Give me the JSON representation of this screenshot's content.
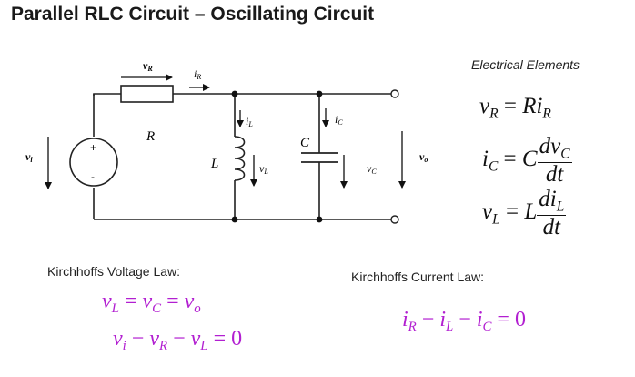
{
  "title": "Parallel RLC Circuit – Oscillating Circuit",
  "circuit": {
    "labels": {
      "vR": "v",
      "vR_sub": "R",
      "iR": "i",
      "iR_sub": "R",
      "R": "R",
      "iL": "i",
      "iL_sub": "L",
      "iC": "i",
      "iC_sub": "C",
      "L": "L",
      "vL": "v",
      "vL_sub": "L",
      "C": "C",
      "vC": "v",
      "vC_sub": "C",
      "vo": "v",
      "vo_sub": "o",
      "vi": "v",
      "vi_sub": "i",
      "plus": "+",
      "minus": "-"
    }
  },
  "electrical_elements": {
    "title": "Electrical Elements",
    "eq1": {
      "lhs": "v",
      "lhs_sub": "R",
      "eq": " = ",
      "rhs": "Ri",
      "rhs_sub": "R"
    },
    "eq2": {
      "lhs": "i",
      "lhs_sub": "C",
      "eq": " = ",
      "coef": "C",
      "num": "dv",
      "num_sub": "C",
      "den": "dt"
    },
    "eq3": {
      "lhs": "v",
      "lhs_sub": "L",
      "eq": " = ",
      "coef": "L",
      "num": "di",
      "num_sub": "L",
      "den": "dt"
    }
  },
  "kvl": {
    "title": "Kirchhoffs Voltage Law:",
    "eq1": {
      "a": "v",
      "a_sub": "L",
      "op1": " = ",
      "b": "v",
      "b_sub": "C",
      "op2": " = ",
      "c": "v",
      "c_sub": "o"
    },
    "eq2": {
      "a": "v",
      "a_sub": "i",
      "op1": " − ",
      "b": "v",
      "b_sub": "R",
      "op2": " − ",
      "c": "v",
      "c_sub": "L",
      "tail": " = 0"
    }
  },
  "kcl": {
    "title": "Kirchhoffs Current Law:",
    "eq": {
      "a": "i",
      "a_sub": "R",
      "op1": " − ",
      "b": "i",
      "b_sub": "L",
      "op2": " − ",
      "c": "i",
      "c_sub": "C",
      "tail": " = 0"
    }
  },
  "colors": {
    "equation_accent": "#b21fd1",
    "ink": "#111111"
  }
}
